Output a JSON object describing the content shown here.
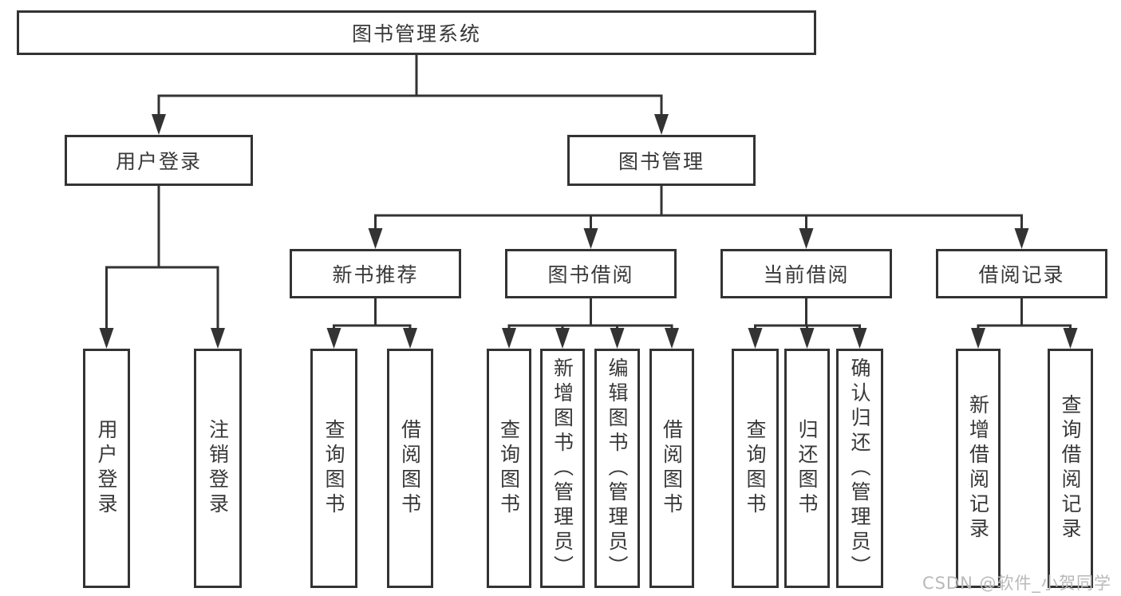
{
  "diagram": {
    "title": "图书管理系统",
    "root": {
      "label": "图书管理系统"
    },
    "level2": [
      {
        "id": "user-login",
        "label": "用户登录"
      },
      {
        "id": "book-management",
        "label": "图书管理"
      }
    ],
    "level3": [
      {
        "id": "new-book-recommend",
        "label": "新书推荐"
      },
      {
        "id": "book-borrow",
        "label": "图书借阅"
      },
      {
        "id": "current-borrow",
        "label": "当前借阅"
      },
      {
        "id": "borrow-records",
        "label": "借阅记录"
      }
    ],
    "leaves": [
      {
        "id": "user-login-leaf",
        "parent": "user-login",
        "label": "用户登录"
      },
      {
        "id": "logout-leaf",
        "parent": "user-login",
        "label": "注销登录"
      },
      {
        "id": "query-books-recommend",
        "parent": "new-book-recommend",
        "label": "查询图书"
      },
      {
        "id": "borrow-books-recommend",
        "parent": "new-book-recommend",
        "label": "借阅图书"
      },
      {
        "id": "query-books-borrow",
        "parent": "book-borrow",
        "label": "查询图书"
      },
      {
        "id": "add-books-admin",
        "parent": "book-borrow",
        "label": "新增图书（管理员）"
      },
      {
        "id": "edit-books-admin",
        "parent": "book-borrow",
        "label": "编辑图书（管理员）"
      },
      {
        "id": "borrow-books-borrow",
        "parent": "book-borrow",
        "label": "借阅图书"
      },
      {
        "id": "query-books-current",
        "parent": "current-borrow",
        "label": "查询图书"
      },
      {
        "id": "return-books",
        "parent": "current-borrow",
        "label": "归还图书"
      },
      {
        "id": "confirm-return-admin",
        "parent": "current-borrow",
        "label": "确认归还（管理员）"
      },
      {
        "id": "add-borrow-record",
        "parent": "borrow-records",
        "label": "新增借阅记录"
      },
      {
        "id": "query-borrow-record",
        "parent": "borrow-records",
        "label": "查询借阅记录"
      }
    ],
    "watermark": "CSDN @软件_小贺同学",
    "colors": {
      "line": "#333333",
      "border": "#333333",
      "text": "#383838",
      "watermark": "#b9b9b9",
      "background": "#ffffff"
    }
  }
}
